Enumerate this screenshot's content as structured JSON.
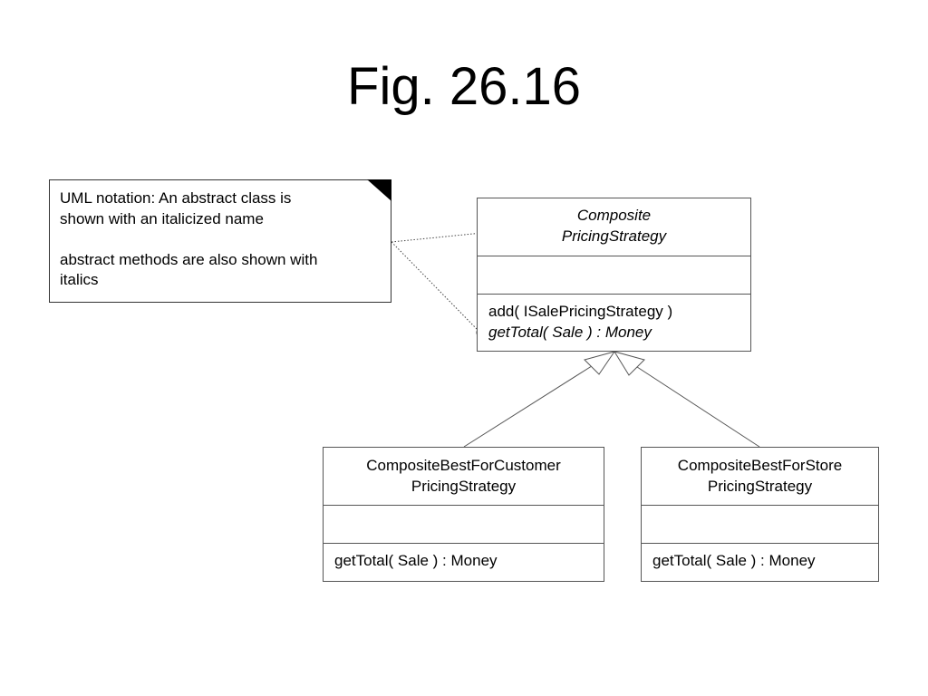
{
  "title": "Fig. 26.16",
  "note": {
    "line1": "UML notation: An abstract class is",
    "line2": "shown with an italicized name",
    "line3": "abstract methods are also shown with",
    "line4": "italics"
  },
  "classes": {
    "composite": {
      "name_line1": "Composite",
      "name_line2": "PricingStrategy",
      "operations": [
        "add( ISalePricingStrategy )",
        "getTotal( Sale ) : Money"
      ]
    },
    "best_for_customer": {
      "name_line1": "CompositeBestForCustomer",
      "name_line2": "PricingStrategy",
      "operations": [
        "getTotal( Sale ) : Money"
      ]
    },
    "best_for_store": {
      "name_line1": "CompositeBestForStore",
      "name_line2": "PricingStrategy",
      "operations": [
        "getTotal( Sale ) : Money"
      ]
    }
  },
  "colors": {
    "line": "#555555",
    "text": "#000000",
    "background": "#ffffff"
  }
}
